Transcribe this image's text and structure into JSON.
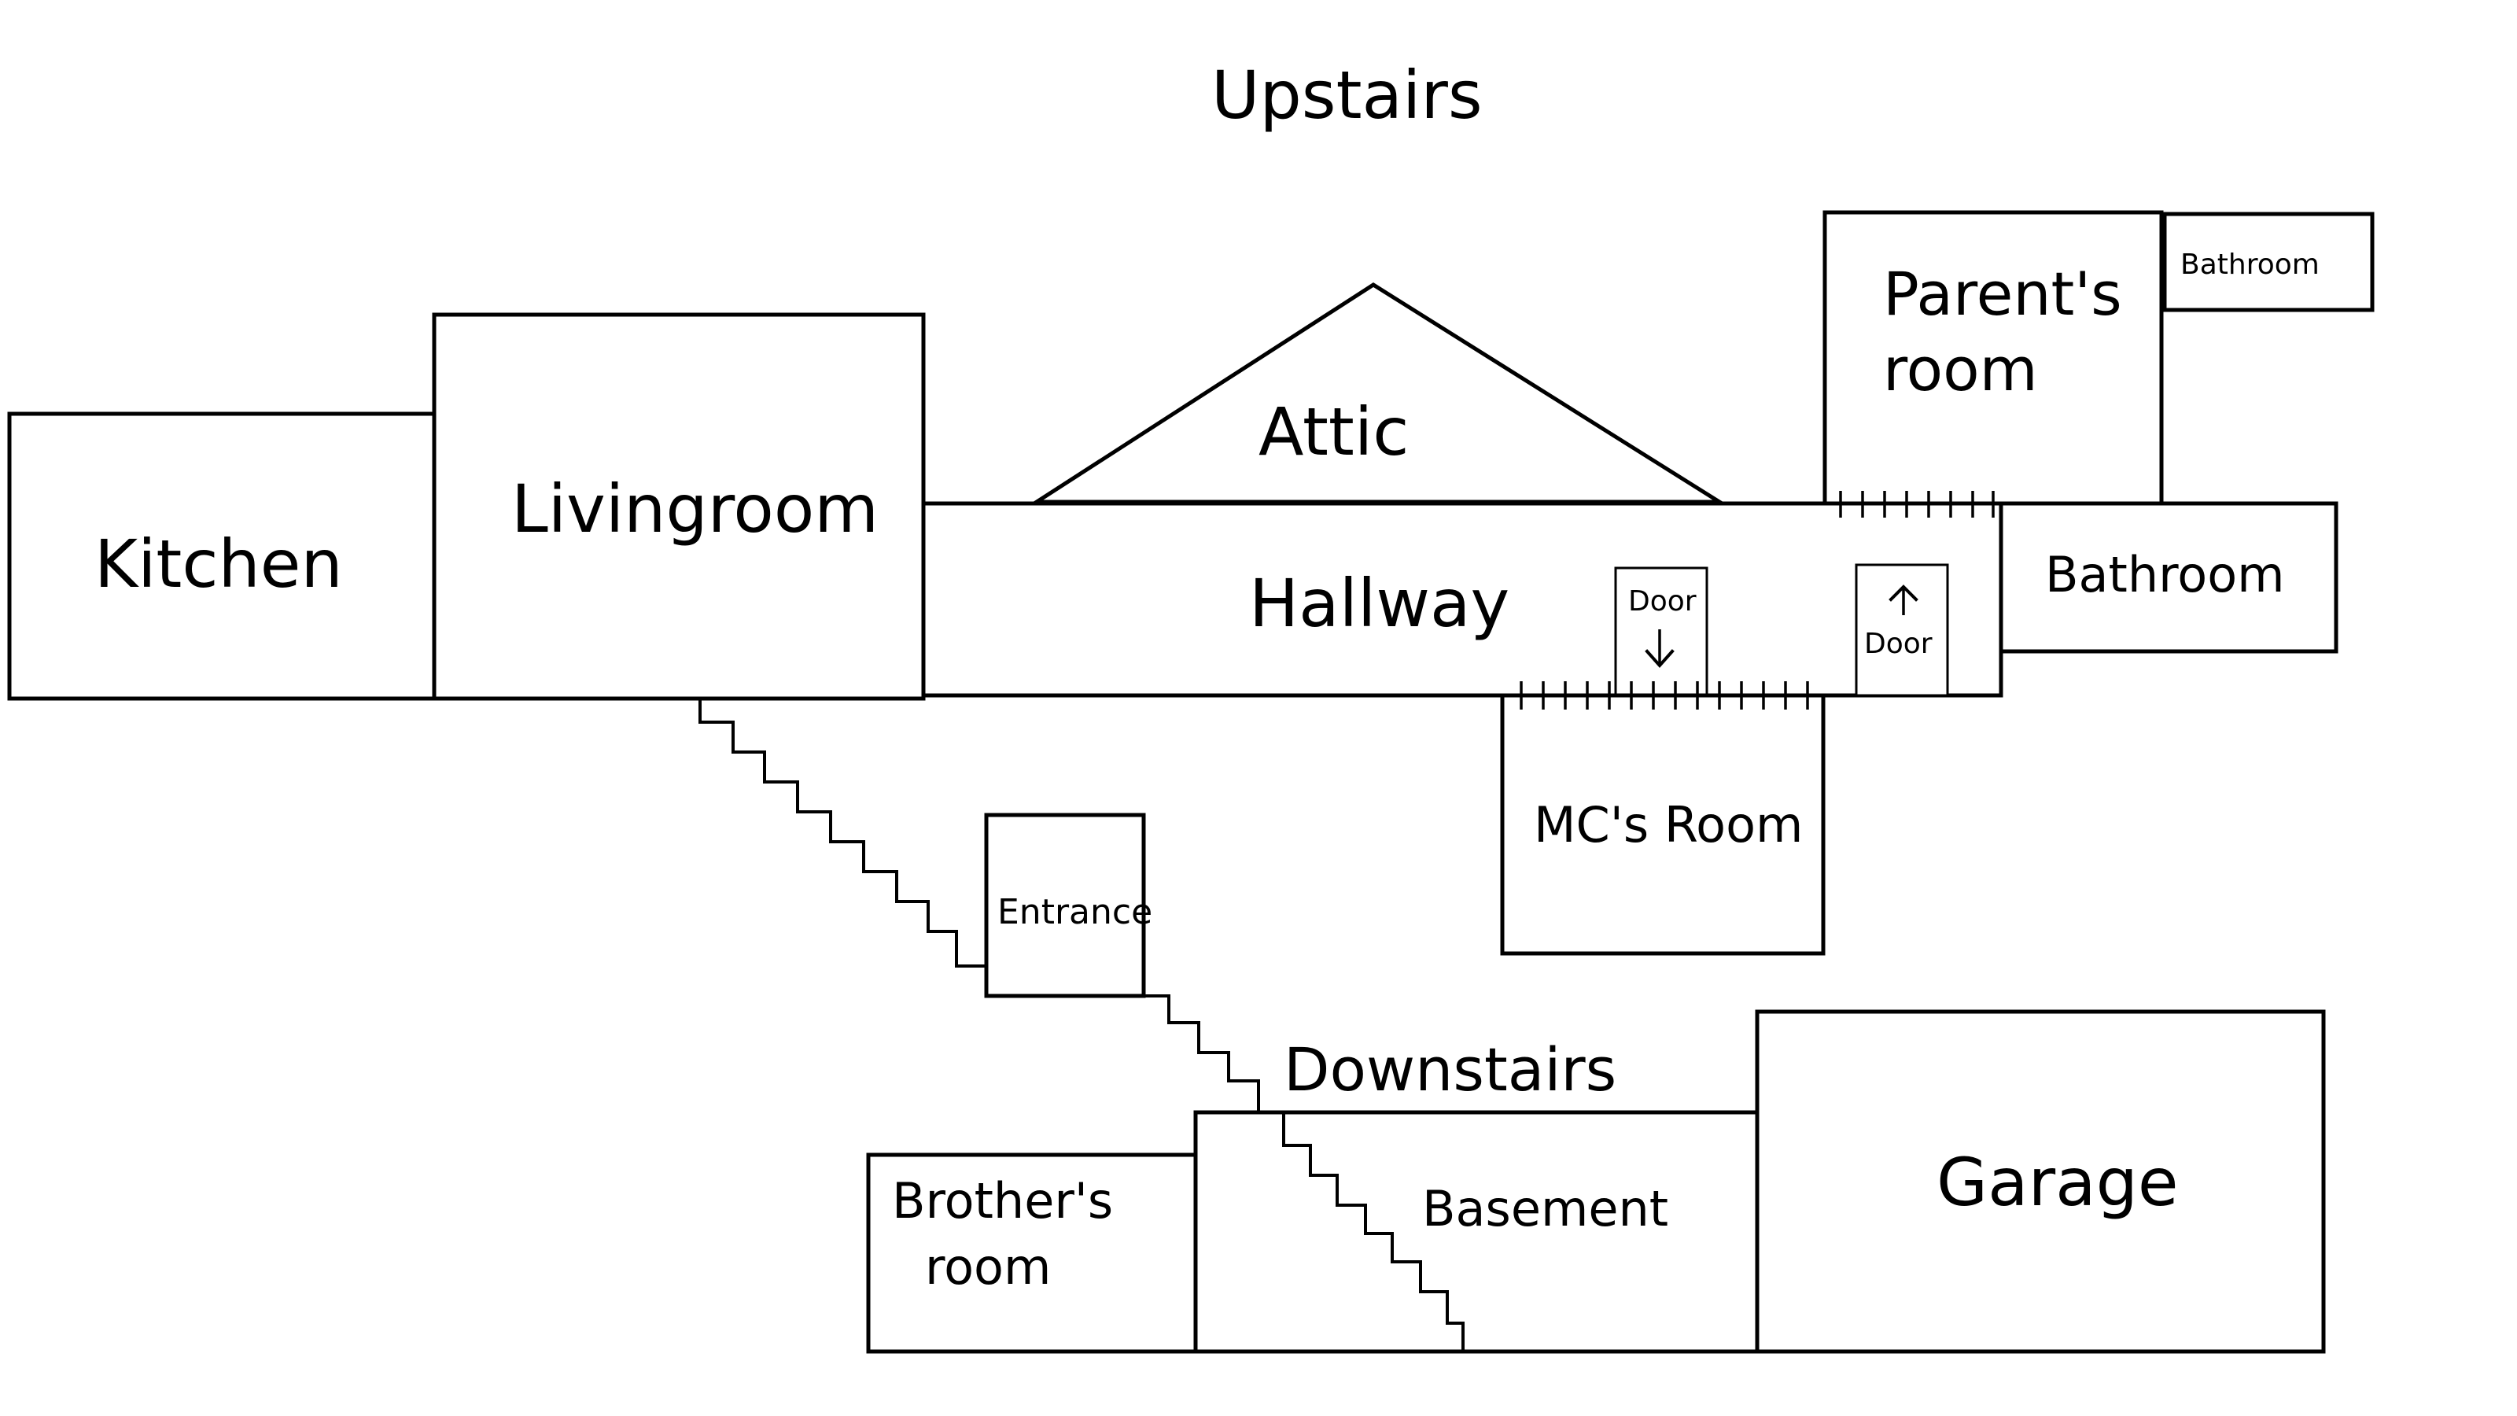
{
  "labels": {
    "upstairs": "Upstairs",
    "downstairs": "Downstairs",
    "kitchen": "Kitchen",
    "livingroom": "Livingroom",
    "attic": "Attic",
    "hallway": "Hallway",
    "parents_room_line1": "Parent's",
    "parents_room_line2": "room",
    "bathroom_small": "Bathroom",
    "bathroom_right": "Bathroom",
    "door_left": "Door",
    "door_right": "Door",
    "mcs_room": "MC's Room",
    "entrance": "Entrance",
    "brothers_room_line1": "Brother's",
    "brothers_room_line2": "room",
    "basement": "Basement",
    "garage": "Garage"
  }
}
